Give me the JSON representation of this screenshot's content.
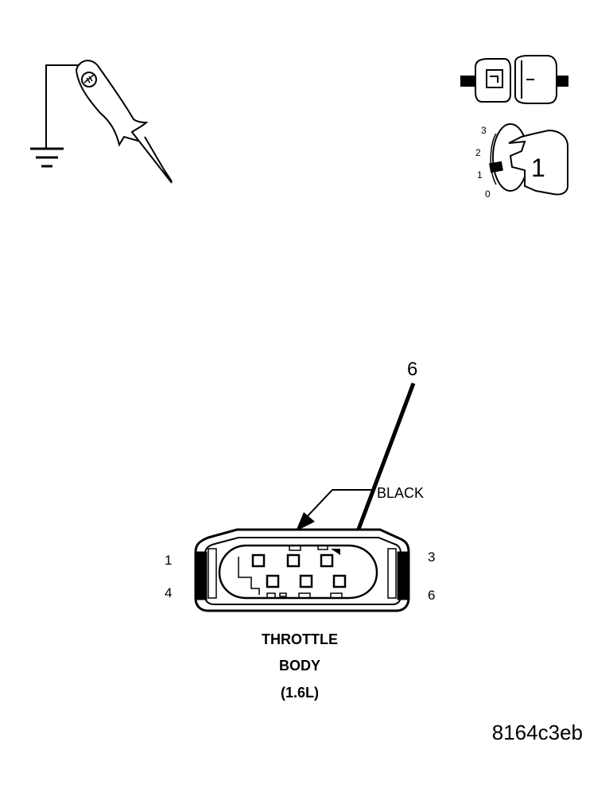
{
  "ignition_key": {
    "positions": [
      "3",
      "2",
      "1",
      "0"
    ],
    "key_number": "1"
  },
  "callout": {
    "number": "6"
  },
  "connector": {
    "color_label": "BLACK",
    "pin_labels": {
      "top_left": "1",
      "bottom_left": "4",
      "top_right": "3",
      "bottom_right": "6"
    },
    "title_lines": [
      "THROTTLE",
      "BODY",
      "(1.6L)"
    ]
  },
  "figure_id": "8164c3eb",
  "icons": [
    "ground-icon",
    "test-probe-icon",
    "connector-plug-icon",
    "ignition-key-icon"
  ]
}
